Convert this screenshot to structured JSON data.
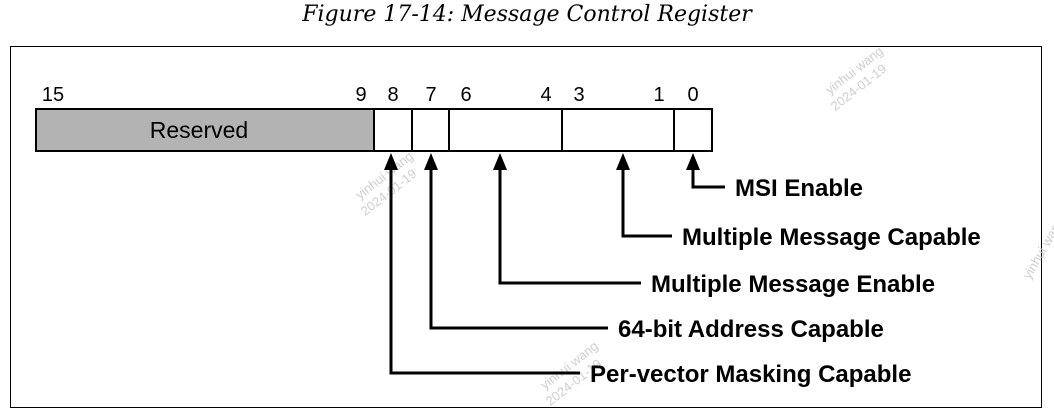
{
  "figure": {
    "caption": "Figure 17-14: Message Control Register"
  },
  "register": {
    "bit_numbers": [
      "15",
      "9",
      "8",
      "7",
      "6",
      "4",
      "3",
      "1",
      "0"
    ],
    "reserved_label": "Reserved",
    "reserved_fill": "#b3b3b3"
  },
  "fields": [
    {
      "label": "MSI Enable"
    },
    {
      "label": "Multiple Message Capable"
    },
    {
      "label": "Multiple Message Enable"
    },
    {
      "label": "64-bit Address Capable"
    },
    {
      "label": "Per-vector Masking Capable"
    }
  ],
  "watermark": {
    "lines": [
      "yinhui wang",
      "2024-01-19"
    ]
  }
}
